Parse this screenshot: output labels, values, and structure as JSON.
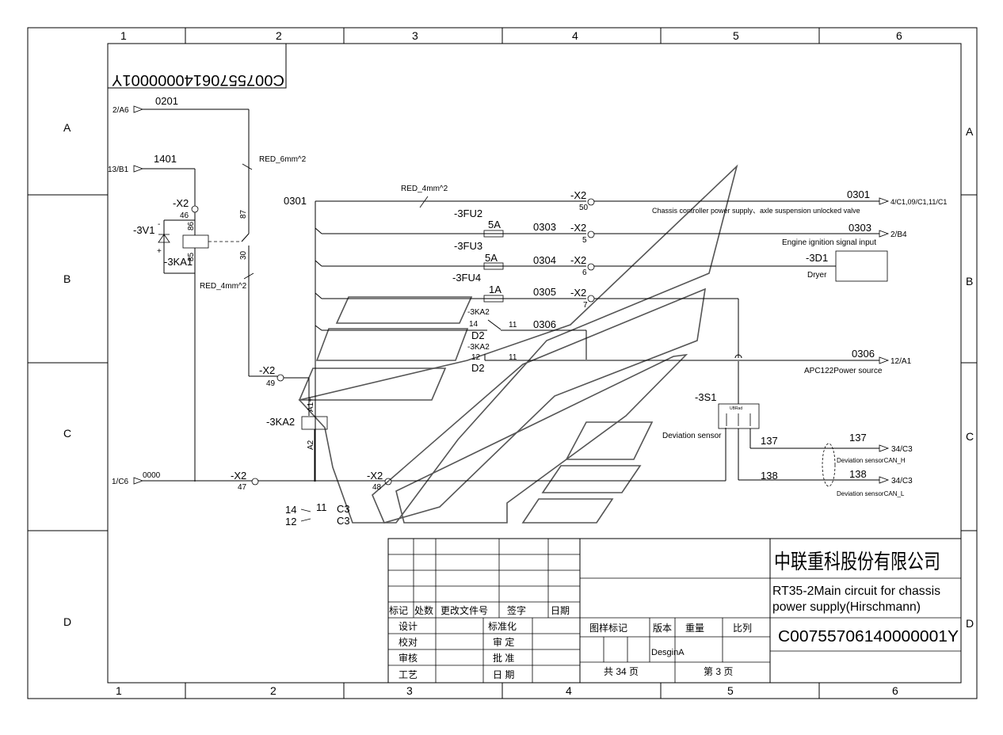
{
  "sheet": {
    "col_labels": [
      "1",
      "2",
      "3",
      "4",
      "5",
      "6"
    ],
    "row_labels": [
      "A",
      "B",
      "C",
      "D"
    ],
    "mirrored_code": "C00755706140000001Y"
  },
  "refs": {
    "r_2a6": "2/A6",
    "r_13b1": "13/B1",
    "r_1c6": "1/C6",
    "r_4c1": "4/C1,09/C1,11/C1",
    "r_2b4": "2/B4",
    "r_12a1": "12/A1",
    "r_34c3a": "34/C3",
    "r_34c3b": "34/C3"
  },
  "wires": {
    "w0201": "0201",
    "w1401": "1401",
    "w0301a": "0301",
    "w0301b": "0301",
    "w0303a": "0303",
    "w0303b": "0303",
    "w0304": "0304",
    "w0305": "0305",
    "w0306a": "0306",
    "w0306b": "0306",
    "w0000": "0000",
    "w137a": "137",
    "w137b": "137",
    "w138a": "138",
    "w138b": "138"
  },
  "components": {
    "x2": "-X2",
    "p46": "46",
    "p50": "50",
    "p5": "5",
    "p6": "6",
    "p7": "7",
    "p49": "49",
    "p47": "47",
    "p48": "48",
    "v1": "-3V1",
    "ka1": "-3KA1",
    "ka1_86": "86",
    "ka1_85": "85",
    "ka1_87": "87",
    "ka1_30": "30",
    "red6": "RED_6mm^2",
    "red4a": "RED_4mm^2",
    "red4b": "RED_4mm^2",
    "fu2": "-3FU2",
    "fu2_val": "5A",
    "fu3": "-3FU3",
    "fu3_val": "5A",
    "fu4": "-3FU4",
    "fu4_val": "1A",
    "ka2a": "-3KA2",
    "ka2a_14": "14",
    "ka2a_11": "11",
    "d2a": "D2",
    "ka2b": "-3KA2",
    "ka2b_12": "12",
    "ka2b_11": "11",
    "d2b": "D2",
    "ka2": "-3KA2",
    "ka2_a1": "A1+",
    "ka2_a2": "A2",
    "d1": "-3D1",
    "d1_name": "Dryer",
    "s1": "-3S1",
    "s1_name": "Deviation sensor",
    "s1_tag": "UBRad",
    "xref_14": "14",
    "xref_11": "11",
    "xref_12": "12",
    "xref_c3a": "C3",
    "xref_c3b": "C3",
    "plus": "+",
    "minus": "-"
  },
  "notes": {
    "n_chassis": "Chassis controller power supply、axle suspension unlocked valve",
    "n_engine": "Engine ignition signal input",
    "n_apc": "APC122Power source",
    "n_canh": "Deviation sensorCAN_H",
    "n_canl": "Deviation sensorCAN_L"
  },
  "title_block": {
    "company": "中联重科股份有限公司",
    "drawing_title_1": "RT35-2Main circuit for chassis",
    "drawing_title_2": "power supply(Hirschmann)",
    "drawing_no": "C00755706140000001Y",
    "h_mark": "标记",
    "h_qty": "处数",
    "h_doc": "更改文件号",
    "h_sign": "签字",
    "h_date": "日期",
    "design": "设计",
    "check": "校对",
    "review": "审核",
    "process": "工艺",
    "std": "标准化",
    "verify": "审 定",
    "approve": "批 准",
    "date2": "日 期",
    "sample": "图样标记",
    "version": "版本",
    "weight": "重量",
    "scale": "比列",
    "version_val": "DesginA",
    "total": "共 34 页",
    "page": "第 3 页"
  }
}
